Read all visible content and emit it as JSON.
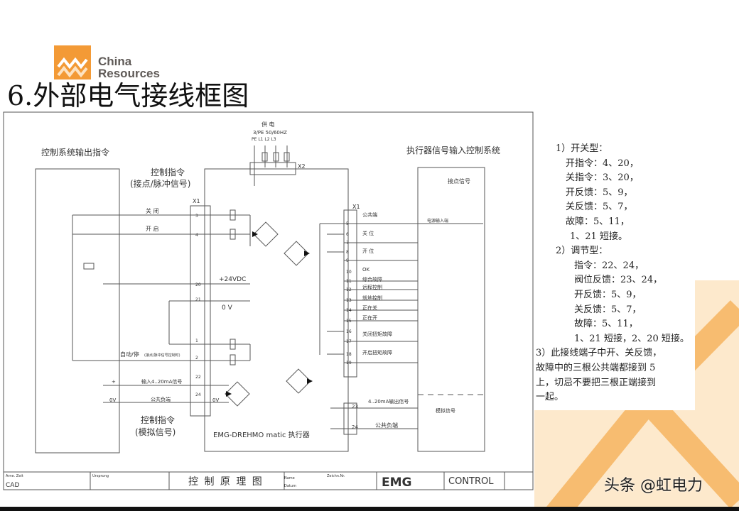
{
  "logo": {
    "line1": "China",
    "line2": "Resources"
  },
  "title": "6.外部电气接线框图",
  "diagram": {
    "left_header": "控制系统输出指令",
    "right_header": "执行器信号输入控制系统",
    "cmd_title": "控制指令",
    "cmd_sub": "(接点/脉冲信号)",
    "analog_title": "控制指令",
    "analog_sub": "(模拟信号)",
    "supply": "供 电",
    "supply_spec": "3/PE 50/60HZ",
    "supply_phases": "PE  L1  L2  L3",
    "x2": "X2",
    "x1": "X1",
    "x1b": "X1",
    "close": "关 闭",
    "open": "开 启",
    "v24": "+24VDC",
    "v0": "0 V",
    "auto": "自动/停",
    "auto_note": "(接点/脉冲信号控制时)",
    "in420": "输入4..20mA信号",
    "common_neg": "公共负端",
    "plus": "+",
    "zero": "0V",
    "zero2": "0V",
    "left_terms": [
      "3",
      "4",
      "20",
      "21",
      "1",
      "2",
      "22",
      "24"
    ],
    "right_terms": [
      "5",
      "6",
      "7",
      "8",
      "9",
      "10",
      "11",
      "12",
      "13",
      "14",
      "15",
      "16",
      "17",
      "18",
      "19"
    ],
    "right_labels": [
      "公共端",
      "关 位",
      "开 位",
      "OK",
      "综合故障",
      "远程控制",
      "就地控制",
      "正在关",
      "正在开",
      "关闭扭矩故障",
      "开启扭矩故障"
    ],
    "contact_signal": "接点信号",
    "power_in": "电源输入端",
    "out420": "4..20mA输出信号",
    "common_neg2": "公共负端",
    "analog": "模拟信号",
    "t23": "23",
    "t24": "24",
    "actuator": "EMG-DREHMO  matic  执行器",
    "tb_cad": "CAD",
    "tb_small1": "Arne. Zeit",
    "tb_small2": "Ursprung",
    "tb_name": "Name",
    "tb_datum": "Datum",
    "tb_zeich": "Zeichn.Nr.",
    "tb_title": "控 制 原 理 图",
    "tb_brand": "EMG",
    "tb_control": "CONTROL"
  },
  "notes": [
    "1）开关型：",
    "开指令：4、20，",
    "关指令：3、20，",
    "开反馈：5、9，",
    "关反馈：5、7，",
    "故障：5、11，",
    "1、21 短接。",
    "2）调节型：",
    "指令：22、24，",
    "阀位反馈：23、24，",
    "开反馈：5、9，",
    "关反馈：5、7，",
    "故障：5、11，",
    "1、21 短接，2、20 短接。",
    "3）此接线端子中开、关反馈，",
    "故障中的三根公共端都接到 5",
    "上，切忌不要把三根正端接到",
    "一起。"
  ],
  "watermark": "头条 @虹电力",
  "colors": {
    "brand_orange": "#f39a36"
  }
}
